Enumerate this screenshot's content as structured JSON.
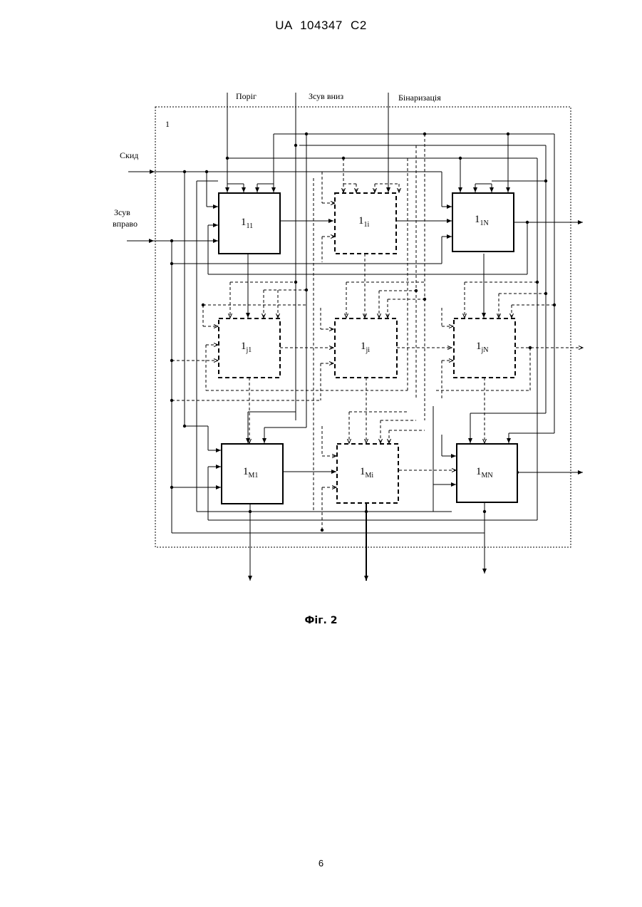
{
  "header": {
    "text": "UA   104347   C2"
  },
  "figure": {
    "caption": "Фіг. 2",
    "array_label": "1",
    "inputs": {
      "top": [
        "Поріг",
        "Зсув вниз",
        "Бінаризація"
      ],
      "reset": "Скид",
      "shift_right_line1": "Зсув",
      "shift_right_line2": "вправо"
    },
    "cells": [
      {
        "id": "c11",
        "base": "1",
        "sub": "11",
        "style": "solid"
      },
      {
        "id": "c1i",
        "base": "1",
        "sub": "1i",
        "style": "dashed"
      },
      {
        "id": "c1N",
        "base": "1",
        "sub": "1N",
        "style": "solid"
      },
      {
        "id": "cj1",
        "base": "1",
        "sub": "j1",
        "style": "dashed"
      },
      {
        "id": "cji",
        "base": "1",
        "sub": "ji",
        "style": "dashed"
      },
      {
        "id": "cjN",
        "base": "1",
        "sub": "jN",
        "style": "dashed"
      },
      {
        "id": "cM1",
        "base": "1",
        "sub": "M1",
        "style": "solid"
      },
      {
        "id": "cMi",
        "base": "1",
        "sub": "Mi",
        "style": "dashed"
      },
      {
        "id": "cMN",
        "base": "1",
        "sub": "MN",
        "style": "solid"
      }
    ]
  },
  "footer": {
    "page_number": "6"
  }
}
